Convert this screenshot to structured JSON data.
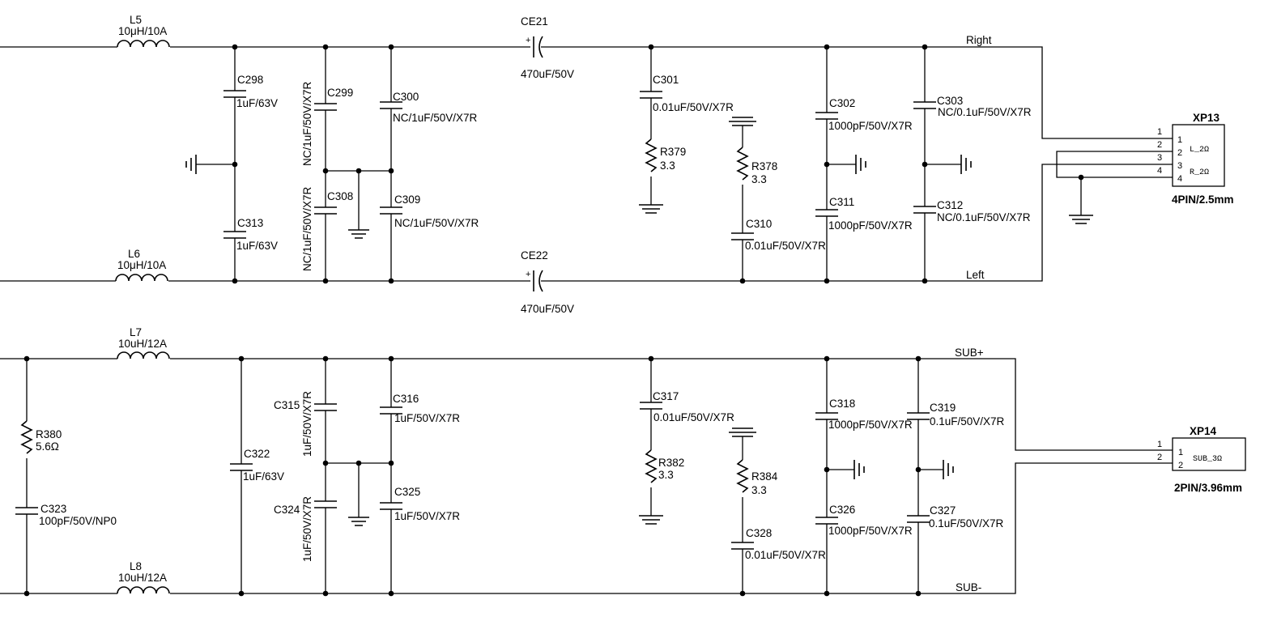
{
  "nets": {
    "right": "Right",
    "left": "Left",
    "sub_plus": "SUB+",
    "sub_minus": "SUB-"
  },
  "components": {
    "L5": {
      "ref": "L5",
      "value": "10μH/10A"
    },
    "L6": {
      "ref": "L6",
      "value": "10μH/10A"
    },
    "L7": {
      "ref": "L7",
      "value": "10uH/12A"
    },
    "L8": {
      "ref": "L8",
      "value": "10uH/12A"
    },
    "CE21": {
      "ref": "CE21",
      "value": "470uF/50V"
    },
    "CE22": {
      "ref": "CE22",
      "value": "470uF/50V"
    },
    "C298": {
      "ref": "C298",
      "value": "1uF/63V"
    },
    "C313": {
      "ref": "C313",
      "value": "1uF/63V"
    },
    "C299": {
      "ref": "C299",
      "value": "NC/1uF/50V/X7R"
    },
    "C308": {
      "ref": "C308",
      "value": "NC/1uF/50V/X7R"
    },
    "C300": {
      "ref": "C300",
      "value": "NC/1uF/50V/X7R"
    },
    "C309": {
      "ref": "C309",
      "value": "NC/1uF/50V/X7R"
    },
    "C301": {
      "ref": "C301",
      "value": "0.01uF/50V/X7R"
    },
    "R379": {
      "ref": "R379",
      "value": "3.3"
    },
    "R378": {
      "ref": "R378",
      "value": "3.3"
    },
    "C310": {
      "ref": "C310",
      "value": "0.01uF/50V/X7R"
    },
    "C302": {
      "ref": "C302",
      "value": "1000pF/50V/X7R"
    },
    "C311": {
      "ref": "C311",
      "value": "1000pF/50V/X7R"
    },
    "C303": {
      "ref": "C303",
      "value": "NC/0.1uF/50V/X7R"
    },
    "C312": {
      "ref": "C312",
      "value": "NC/0.1uF/50V/X7R"
    },
    "XP13": {
      "ref": "XP13",
      "value": "4PIN/2.5mm",
      "pins": [
        "1",
        "2",
        "3",
        "4"
      ],
      "inner_pins": [
        "1",
        "2",
        "3",
        "4"
      ],
      "label_a": "L_2Ω",
      "label_b": "R_2Ω"
    },
    "R380": {
      "ref": "R380",
      "value": "5.6Ω"
    },
    "C323": {
      "ref": "C323",
      "value": "100pF/50V/NP0"
    },
    "C322": {
      "ref": "C322",
      "value": "1uF/63V"
    },
    "C315": {
      "ref": "C315",
      "value": "1uF/50V/X7R"
    },
    "C324": {
      "ref": "C324",
      "value": "1uF/50V/X7R"
    },
    "C316": {
      "ref": "C316",
      "value": "1uF/50V/X7R"
    },
    "C325": {
      "ref": "C325",
      "value": "1uF/50V/X7R"
    },
    "C317": {
      "ref": "C317",
      "value": "0.01uF/50V/X7R"
    },
    "R382": {
      "ref": "R382",
      "value": "3.3"
    },
    "R384": {
      "ref": "R384",
      "value": "3.3"
    },
    "C328": {
      "ref": "C328",
      "value": "0.01uF/50V/X7R"
    },
    "C318": {
      "ref": "C318",
      "value": "1000pF/50V/X7R"
    },
    "C326": {
      "ref": "C326",
      "value": "1000pF/50V/X7R"
    },
    "C319": {
      "ref": "C319",
      "value": "0.1uF/50V/X7R"
    },
    "C327": {
      "ref": "C327",
      "value": "0.1uF/50V/X7R"
    },
    "XP14": {
      "ref": "XP14",
      "value": "2PIN/3.96mm",
      "pins": [
        "1",
        "2"
      ],
      "inner_pins": [
        "1",
        "2"
      ],
      "label_a": "SUB_3Ω"
    }
  }
}
